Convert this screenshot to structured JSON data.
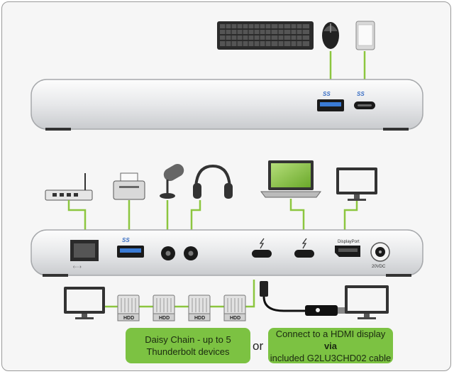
{
  "labels": {
    "usb_ss_top_a": "SS",
    "usb_ss_top_c": "SS",
    "usb_ss_bottom": "SS",
    "displayport": "DisplayPort",
    "hdd": "HDD",
    "power": "20VDC"
  },
  "callouts": {
    "daisy_chain_line1": "Daisy Chain - up to 5",
    "daisy_chain_line2": "Thunderbolt devices",
    "or": "or",
    "hdmi_line1_prefix": "Connect to a HDMI display ",
    "hdmi_line1_bold": "via",
    "hdmi_line2": "included G2LU3CHD02 cable"
  },
  "colors": {
    "accent_green": "#7cc242",
    "line_green": "#8cc63f",
    "dock_silver": "#e9eaec",
    "screen_green": "#8dc63f"
  }
}
